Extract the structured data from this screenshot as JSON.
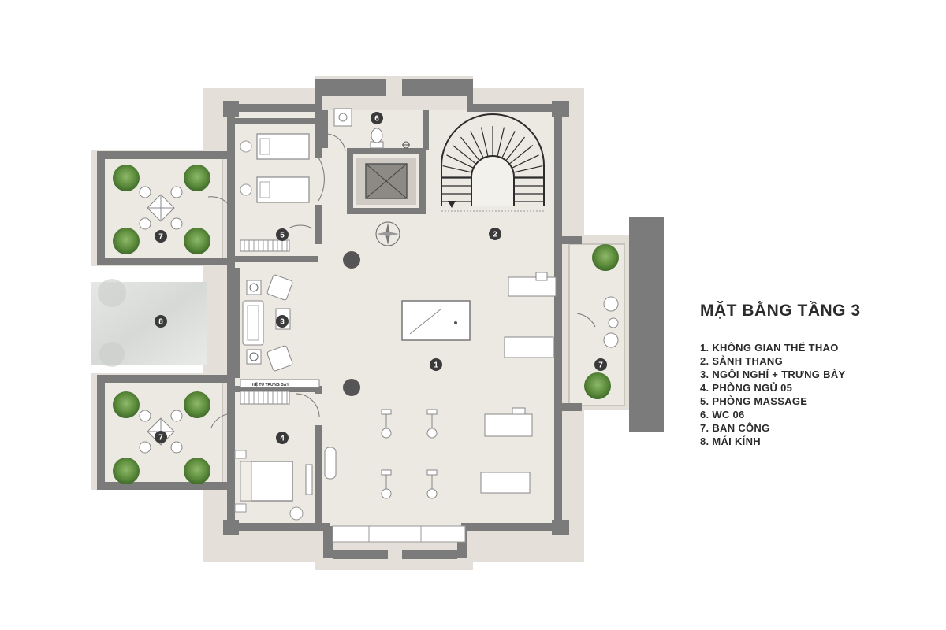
{
  "title": "MẶT BẰNG TẦNG 3",
  "legend": [
    "1. KHÔNG GIAN THỂ THAO",
    "2. SẢNH THANG",
    "3. NGỒI NGHỈ + TRƯNG BÀY",
    "4. PHÒNG NGỦ 05",
    "5. PHÒNG MASSAGE",
    "6. WC 06",
    "7. BAN CÔNG",
    "8. MÁI KÍNH"
  ],
  "plan": {
    "cabinet_label": "HỆ TỦ TRƯNG BÀY",
    "room_badges": [
      "1",
      "2",
      "3",
      "4",
      "5",
      "6",
      "7",
      "7",
      "7",
      "8"
    ]
  },
  "colors": {
    "wall": "#7b7b7b",
    "floor": "#ebe7e1",
    "terrace": "#e2ded7",
    "badge": "#3a3a3a",
    "glass_roof": "#dfe1df",
    "plant": "#5f8f3e"
  }
}
